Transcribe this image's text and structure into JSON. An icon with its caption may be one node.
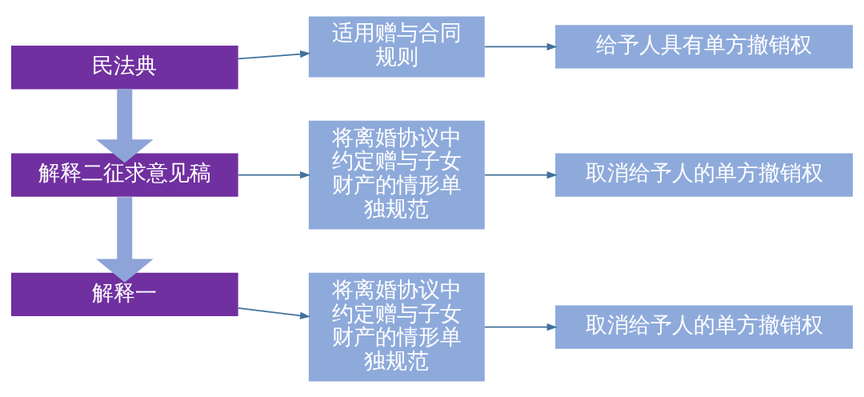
{
  "diagram": {
    "nodes": [
      {
        "text": [
          "民法典"
        ]
      },
      {
        "text": [
          "适用赠与合同规则"
        ]
      },
      {
        "text": [
          "给予人具有单方撤销权"
        ]
      },
      {
        "text": [
          "解释二征求意见稿"
        ]
      },
      {
        "text": [
          "将离婚协议中约定赠与子女财产的情形单独规范"
        ]
      },
      {
        "text": [
          "取消给予人的单方撤销权"
        ]
      },
      {
        "text": [
          "解释一"
        ]
      },
      {
        "text": [
          "将离婚协议中约定赠与子女财产的情形单独规范"
        ]
      },
      {
        "text": [
          "取消给予人的单方撤销权"
        ]
      }
    ],
    "edges": [
      {
        "from": 0,
        "to": 1,
        "arrow": "to"
      },
      {
        "from": 1,
        "to": 2,
        "arrow": "to"
      },
      {
        "from": 0,
        "to": 3,
        "arrow": "to",
        "style": "thick",
        "color": "#8ea4d8"
      },
      {
        "from": 3,
        "to": 4,
        "arrow": "to"
      },
      {
        "from": 4,
        "to": 5,
        "arrow": "to"
      },
      {
        "from": 3,
        "to": 6,
        "arrow": "to",
        "style": "thick",
        "color": "#8ea4d8"
      },
      {
        "from": 6,
        "to": 7,
        "arrow": "to"
      },
      {
        "from": 7,
        "to": 8,
        "arrow": "to"
      }
    ]
  }
}
